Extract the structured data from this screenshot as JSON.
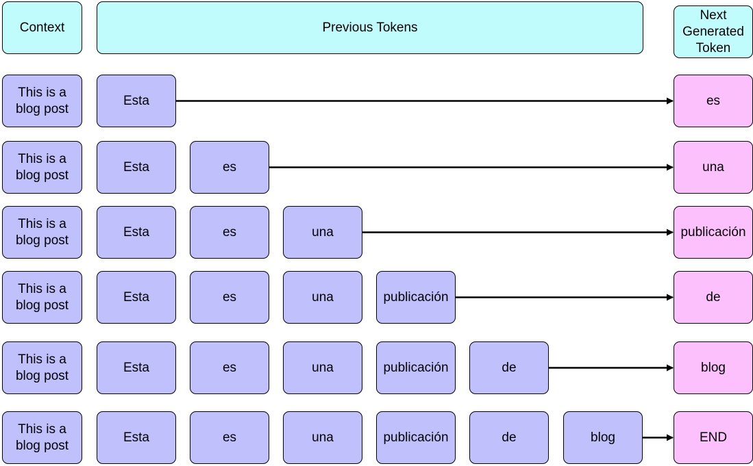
{
  "headers": {
    "context": "Context",
    "previous": "Previous Tokens",
    "next": "Next Generated Token"
  },
  "colors": {
    "header": "#c0fcfc",
    "token": "#c0c0fc",
    "next": "#fcc0fc"
  },
  "rows": [
    {
      "context": "This is a blog post",
      "tokens": [
        "Esta"
      ],
      "next": "es"
    },
    {
      "context": "This is a blog post",
      "tokens": [
        "Esta",
        "es"
      ],
      "next": "una"
    },
    {
      "context": "This is a blog post",
      "tokens": [
        "Esta",
        "es",
        "una"
      ],
      "next": "publicación"
    },
    {
      "context": "This is a blog post",
      "tokens": [
        "Esta",
        "es",
        "una",
        "publicación"
      ],
      "next": "de"
    },
    {
      "context": "This is a blog post",
      "tokens": [
        "Esta",
        "es",
        "una",
        "publicación",
        "de"
      ],
      "next": "blog"
    },
    {
      "context": "This is a blog post",
      "tokens": [
        "Esta",
        "es",
        "una",
        "publicación",
        "de",
        "blog"
      ],
      "next": "END"
    }
  ]
}
